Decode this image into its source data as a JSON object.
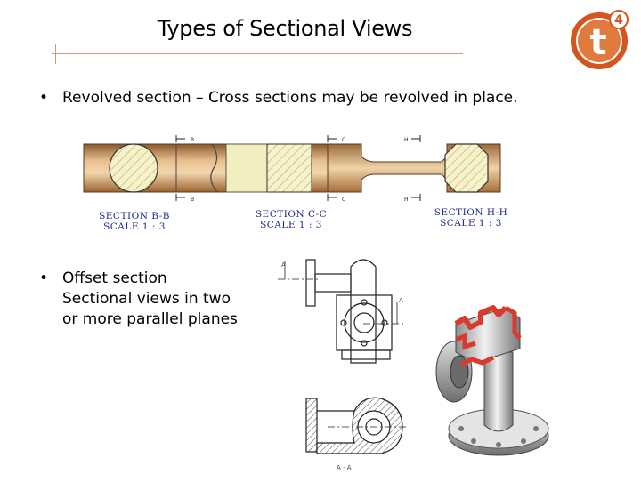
{
  "slide": {
    "title": "Types of Sectional Views",
    "bullets": [
      {
        "text": "Revolved section – Cross sections may be revolved in place."
      },
      {
        "lines": [
          "Offset section",
          "Sectional views in two",
          "or more parallel planes"
        ]
      }
    ]
  },
  "logo": {
    "text": "t",
    "superscript": "4",
    "color": "#d4561e"
  },
  "figure_shaft": {
    "labels": [
      {
        "title": "SECTION B-B",
        "scale": "SCALE 1 : 3"
      },
      {
        "title": "SECTION C-C",
        "scale": "SCALE 1 : 3"
      },
      {
        "title": "SECTION H-H",
        "scale": "SCALE 1 : 3"
      }
    ],
    "cut_markers": [
      "B",
      "B",
      "C",
      "C",
      "H",
      "H"
    ]
  },
  "figure_offset": {
    "view_label": "A - A",
    "cut_markers": [
      "A",
      "A"
    ]
  },
  "colors": {
    "accent": "#c99a7e",
    "label_blue": "#1c2a8c",
    "section_red": "#d83a2e"
  }
}
